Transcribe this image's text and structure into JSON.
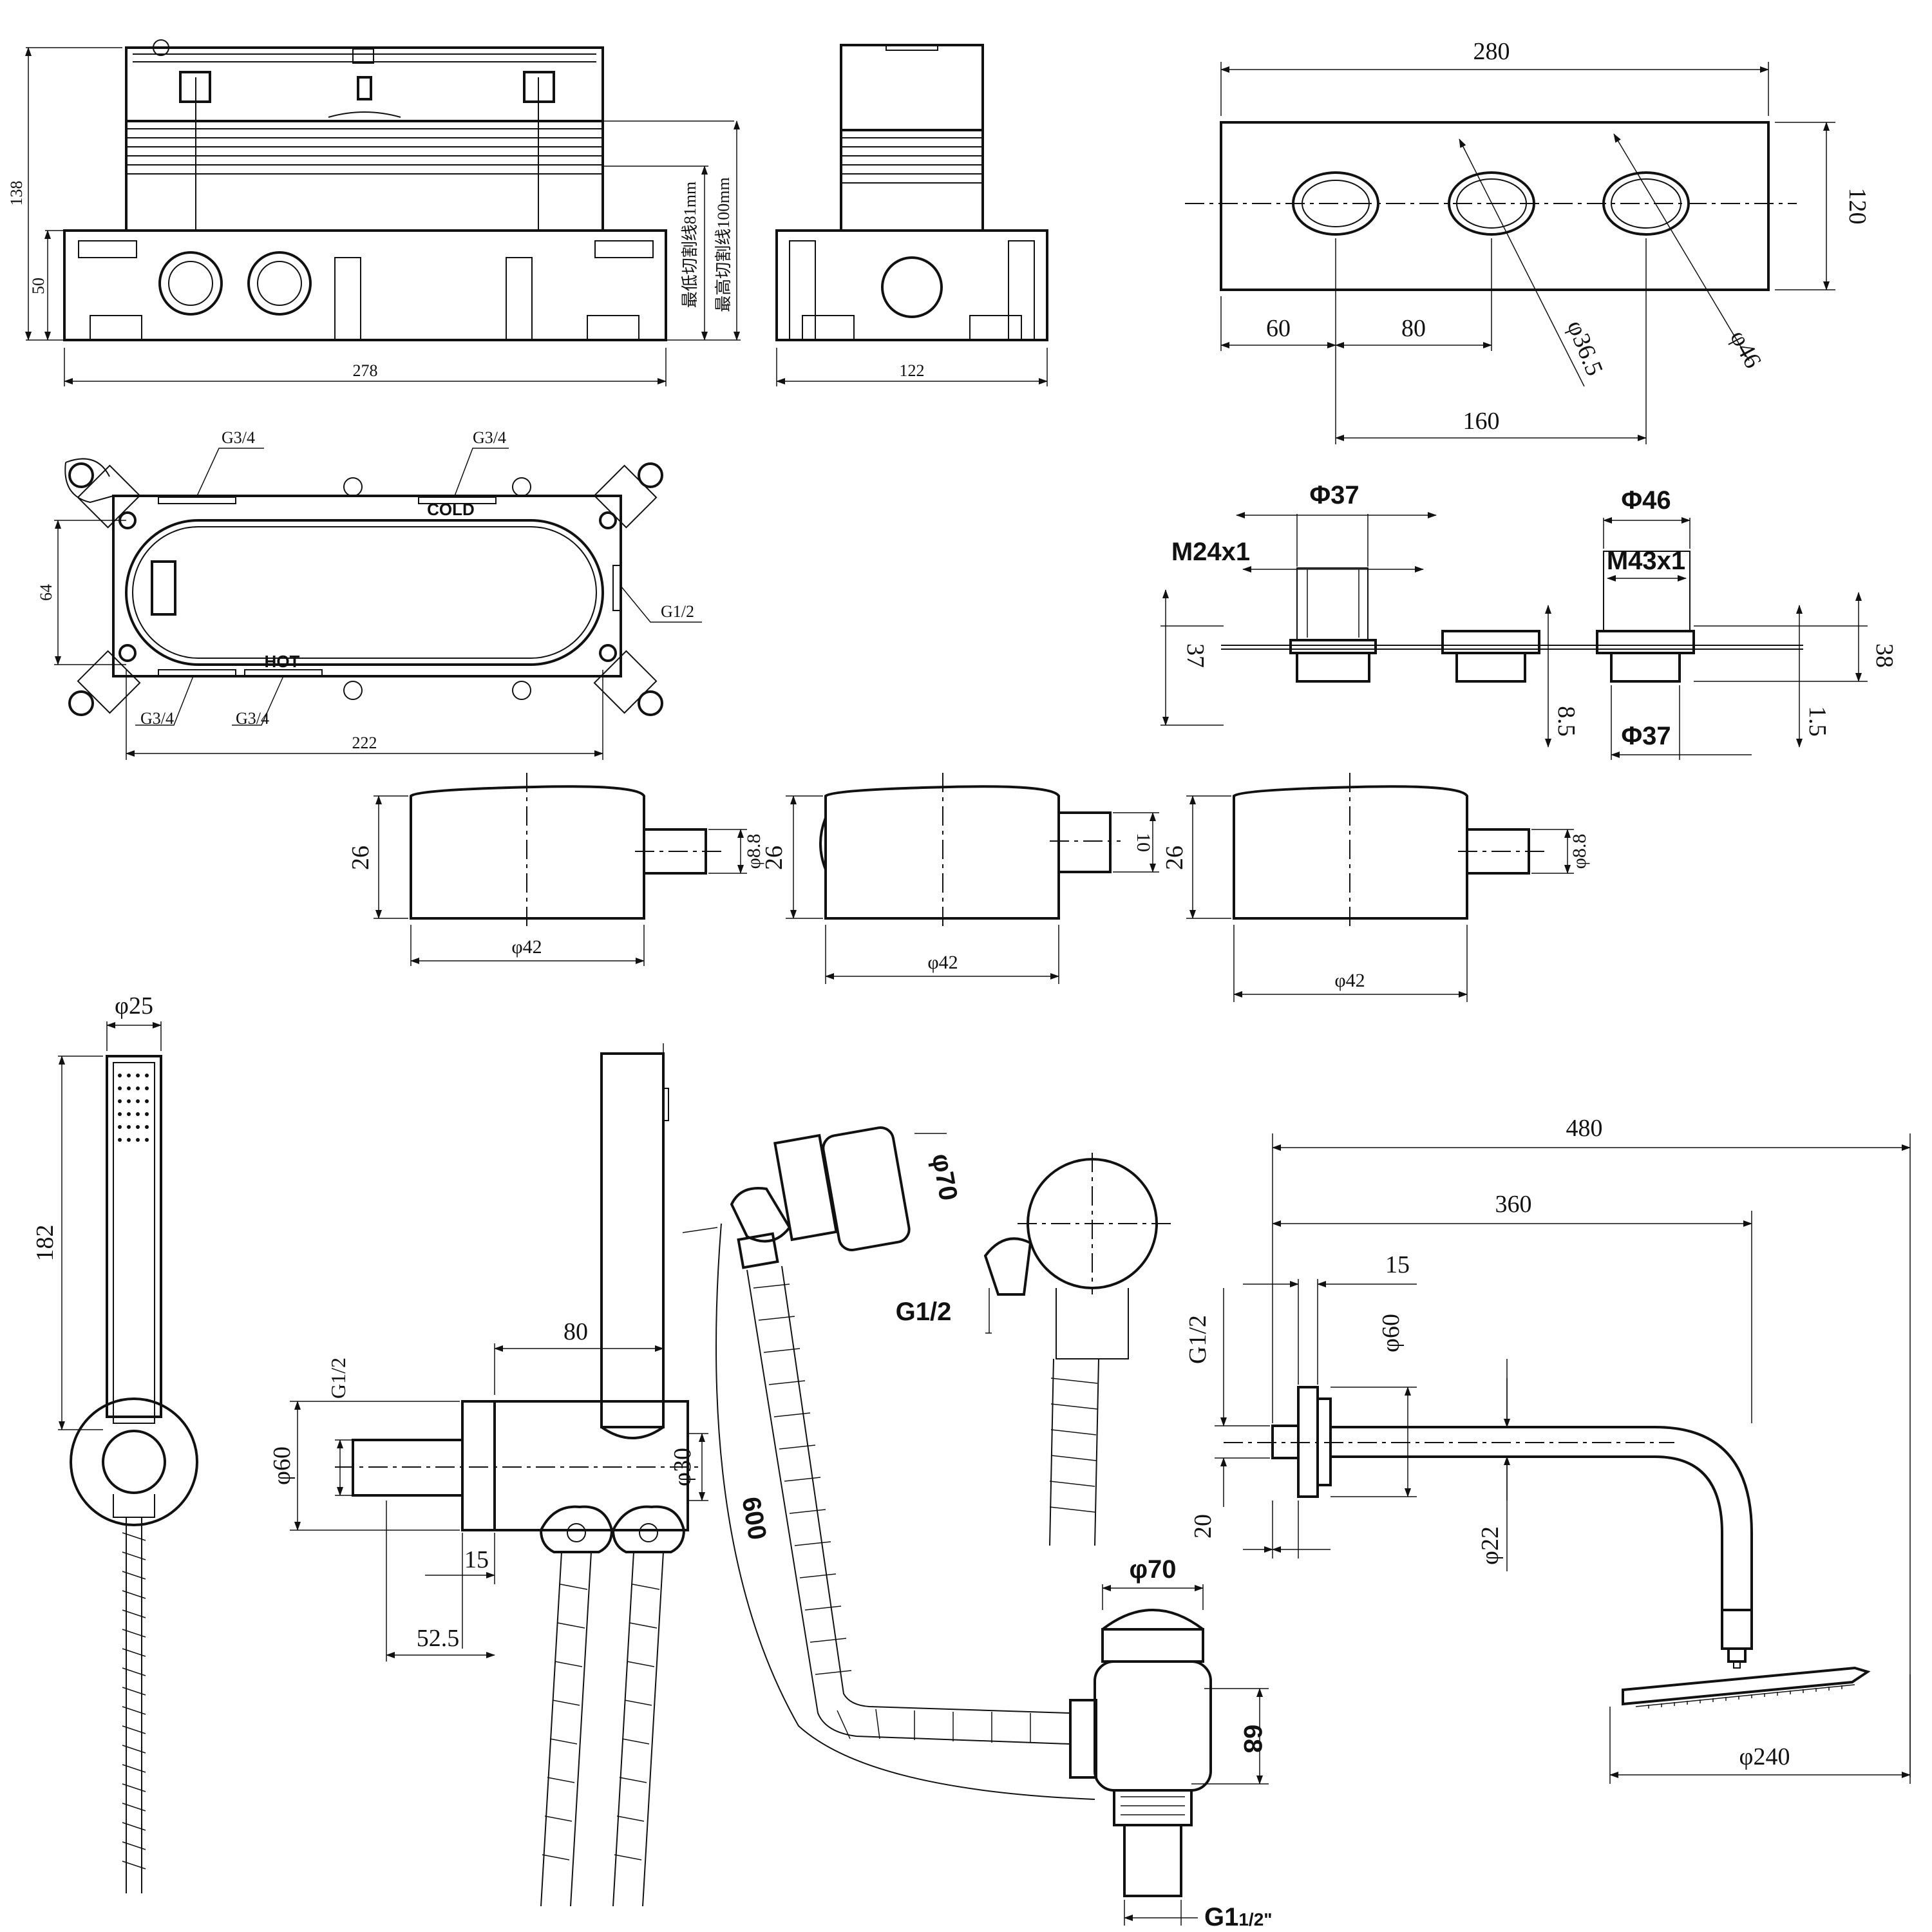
{
  "labels": {
    "box_height": "138",
    "box_base": "50",
    "box_width": "278",
    "box_depth": "122",
    "cut_min": "最低切割线81mm",
    "cut_max": "最高切割线100mm",
    "plate_width": "280",
    "plate_height": "120",
    "hole_offset": "60",
    "hole_pitch": "80",
    "hole_span": "160",
    "hole_d_small": "φ36.5",
    "hole_d_large": "φ46",
    "frame_g_tl": "G3/4",
    "frame_g_tr": "G3/4",
    "frame_g_right": "G1/2",
    "frame_g_bl": "G3/4",
    "frame_g_br": "G3/4",
    "frame_cold": "COLD",
    "frame_hot": "HOT",
    "frame_height": "64",
    "frame_width": "222",
    "thread_d37": "Φ37",
    "thread_m24": "M24x1",
    "thread_d46": "Φ46",
    "thread_m43": "M43x1",
    "thread_h37": "37",
    "thread_h38": "38",
    "thread_h85": "8.5",
    "thread_h15": "1.5",
    "thread_d37_bottom": "Φ37",
    "knob_h1": "26",
    "knob_h2": "26",
    "knob_h3": "26",
    "knob_pin1": "φ8.8",
    "knob_pin2": "10",
    "knob_pin3": "φ8.8",
    "knob_d1": "φ42",
    "knob_d2": "φ42",
    "knob_d3": "φ42",
    "hand_d": "φ25",
    "hand_len": "182",
    "hold_g": "G1/2",
    "hold_w80": "80",
    "hold_d60": "φ60",
    "hold_d30": "φ30",
    "hold_15": "15",
    "hold_525": "52.5",
    "drain_d70_top": "φ70",
    "drain_g12": "G1/2",
    "drain_600": "600",
    "drain_d70_bottom": "φ70",
    "drain_68": "68",
    "drain_g1": "G1",
    "drain_g1_sub": "1/2\"",
    "rain_480": "480",
    "rain_360": "360",
    "rain_15": "15",
    "rain_g12": "G1/2",
    "rain_d60": "φ60",
    "rain_20": "20",
    "rain_d22": "φ22",
    "rain_d240": "φ240"
  }
}
